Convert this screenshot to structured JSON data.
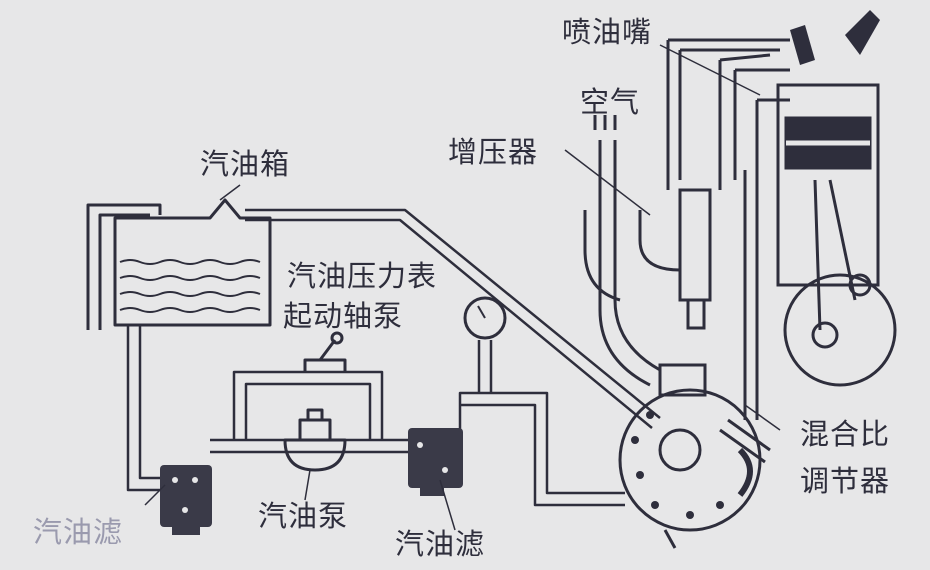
{
  "labels": {
    "injector": "喷油嘴",
    "air": "空气",
    "turbocharger": "增压器",
    "fuel_tank": "汽油箱",
    "pressure_gauge": "汽油压力表",
    "starter_pump": "起动轴泵",
    "mixture_regulator_line1": "混合比",
    "mixture_regulator_line2": "调节器",
    "fuel_filter_left": "汽油滤",
    "fuel_pump": "汽油泵",
    "fuel_filter_right": "汽油滤"
  },
  "colors": {
    "ink": "#2e2e3c",
    "paper": "#e7e7e8"
  }
}
